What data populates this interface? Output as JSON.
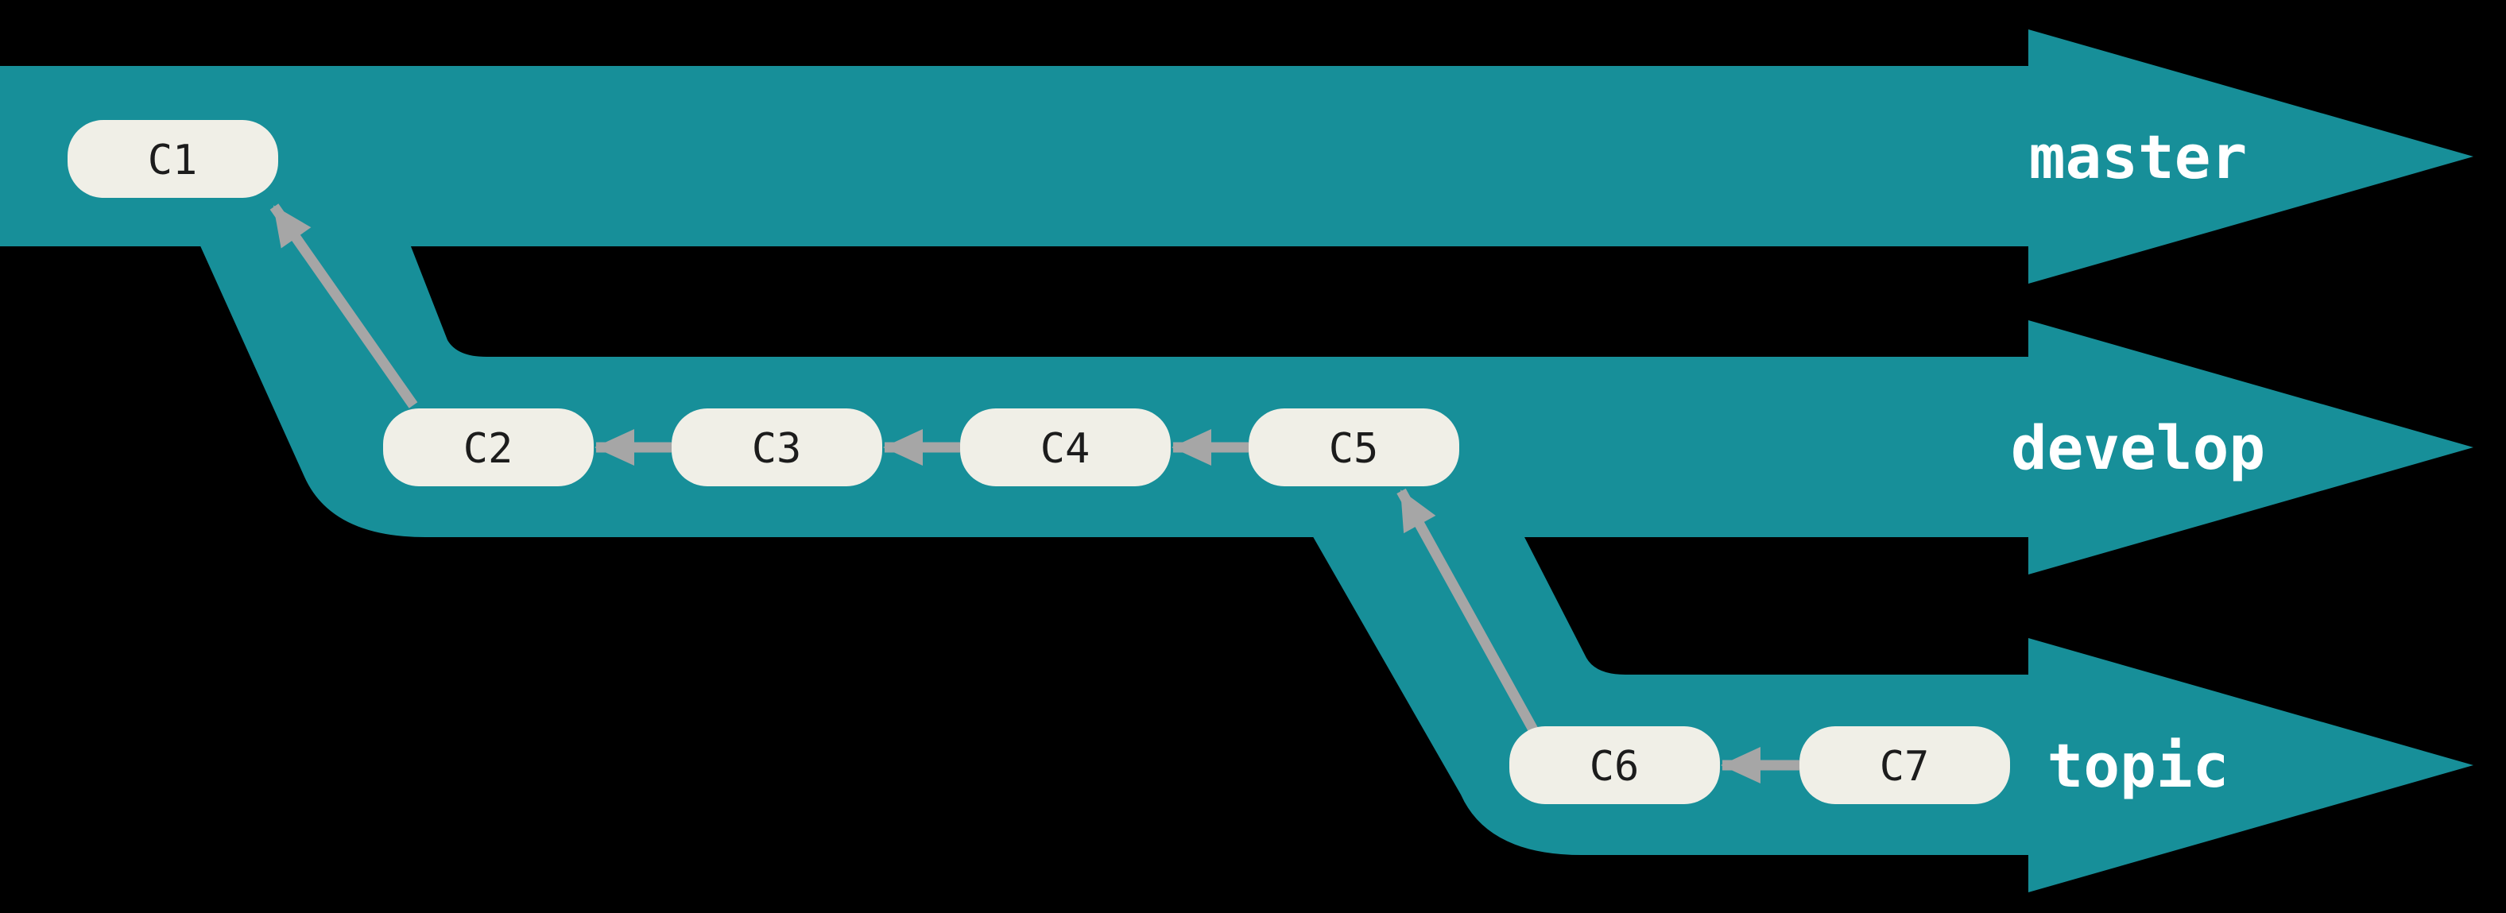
{
  "diagram": {
    "type": "git-branch-diagram",
    "branches": [
      {
        "name": "master",
        "commits": [
          "C1"
        ]
      },
      {
        "name": "develop",
        "commits": [
          "C2",
          "C3",
          "C4",
          "C5"
        ]
      },
      {
        "name": "topic",
        "commits": [
          "C6",
          "C7"
        ]
      }
    ],
    "edges": [
      {
        "from": "C2",
        "to": "C1"
      },
      {
        "from": "C3",
        "to": "C2"
      },
      {
        "from": "C4",
        "to": "C3"
      },
      {
        "from": "C5",
        "to": "C4"
      },
      {
        "from": "C6",
        "to": "C5"
      },
      {
        "from": "C7",
        "to": "C6"
      }
    ]
  },
  "labels": {
    "master": "master",
    "develop": "develop",
    "topic": "topic"
  },
  "nodes": {
    "c1": "C1",
    "c2": "C2",
    "c3": "C3",
    "c4": "C4",
    "c5": "C5",
    "c6": "C6",
    "c7": "C7"
  },
  "colors": {
    "background": "#000000",
    "branch-fill": "#178F99",
    "node-fill": "#F0EFE7",
    "node-text": "#1C1C1C",
    "label-text": "#FFFFFF",
    "arrow-gray": "#A6A6A6"
  }
}
